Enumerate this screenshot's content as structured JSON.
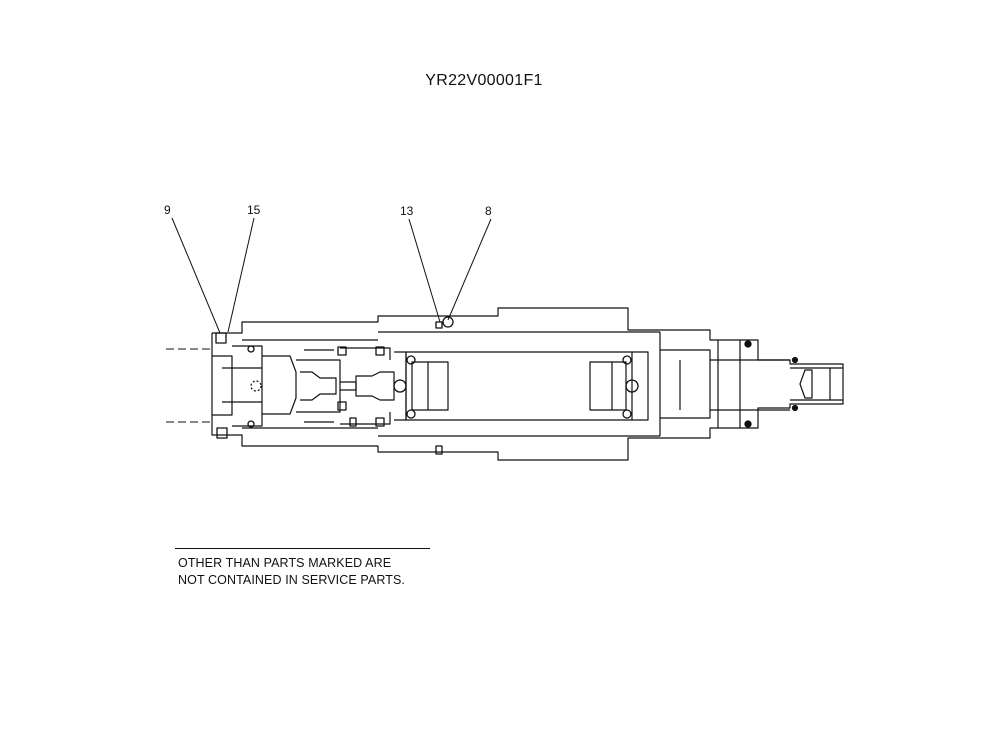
{
  "drawing": {
    "code": "YR22V00001F1"
  },
  "callouts": [
    {
      "id": "9",
      "label": "9"
    },
    {
      "id": "15",
      "label": "15"
    },
    {
      "id": "13",
      "label": "13"
    },
    {
      "id": "8",
      "label": "8"
    }
  ],
  "note": {
    "line1": "OTHER THAN PARTS MARKED ARE",
    "line2": "NOT CONTAINED IN SERVICE PARTS."
  }
}
